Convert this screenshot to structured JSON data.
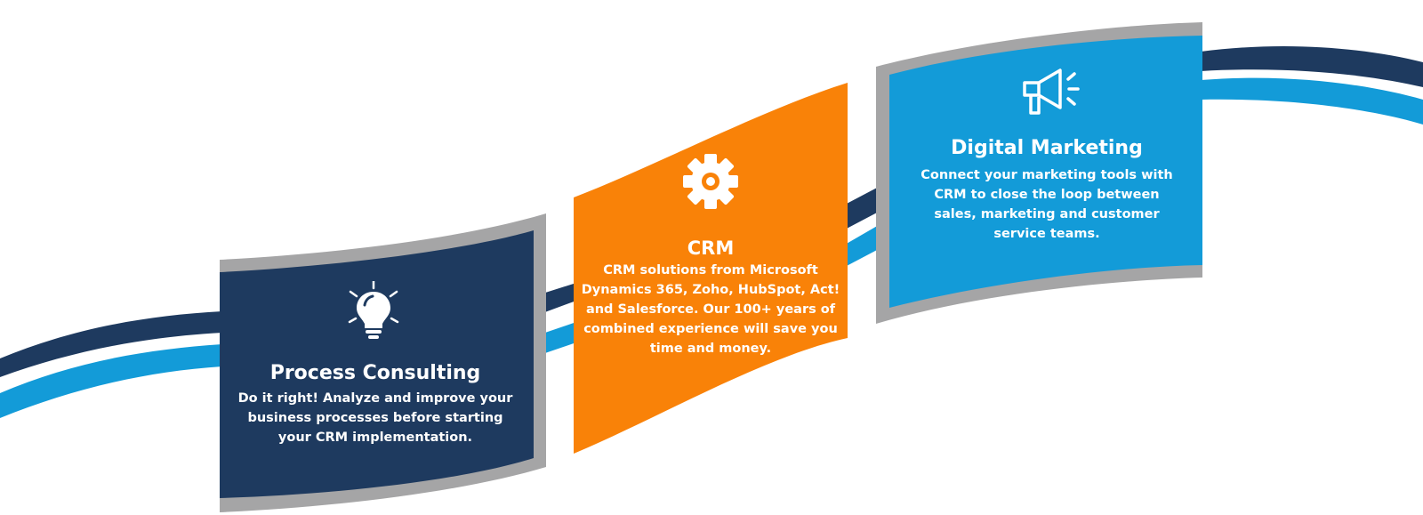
{
  "colors": {
    "navy": "#1e3a5f",
    "sky": "#139bd8",
    "orange": "#f98208",
    "frame": "#a5a5a6",
    "text": "#ffffff"
  },
  "cards": [
    {
      "icon": "lightbulb-icon",
      "title": "Process Consulting",
      "description": "Do it right! Analyze and improve your business processes before starting your CRM implementation."
    },
    {
      "icon": "gear-icon",
      "title": "CRM",
      "description": "CRM solutions from Microsoft Dynamics 365, Zoho, HubSpot, Act! and Salesforce. Our 100+ years of combined experience will save  you time and money."
    },
    {
      "icon": "megaphone-icon",
      "title": "Digital Marketing",
      "description": "Connect your marketing tools with CRM to close the loop between sales, marketing and customer service teams."
    }
  ]
}
